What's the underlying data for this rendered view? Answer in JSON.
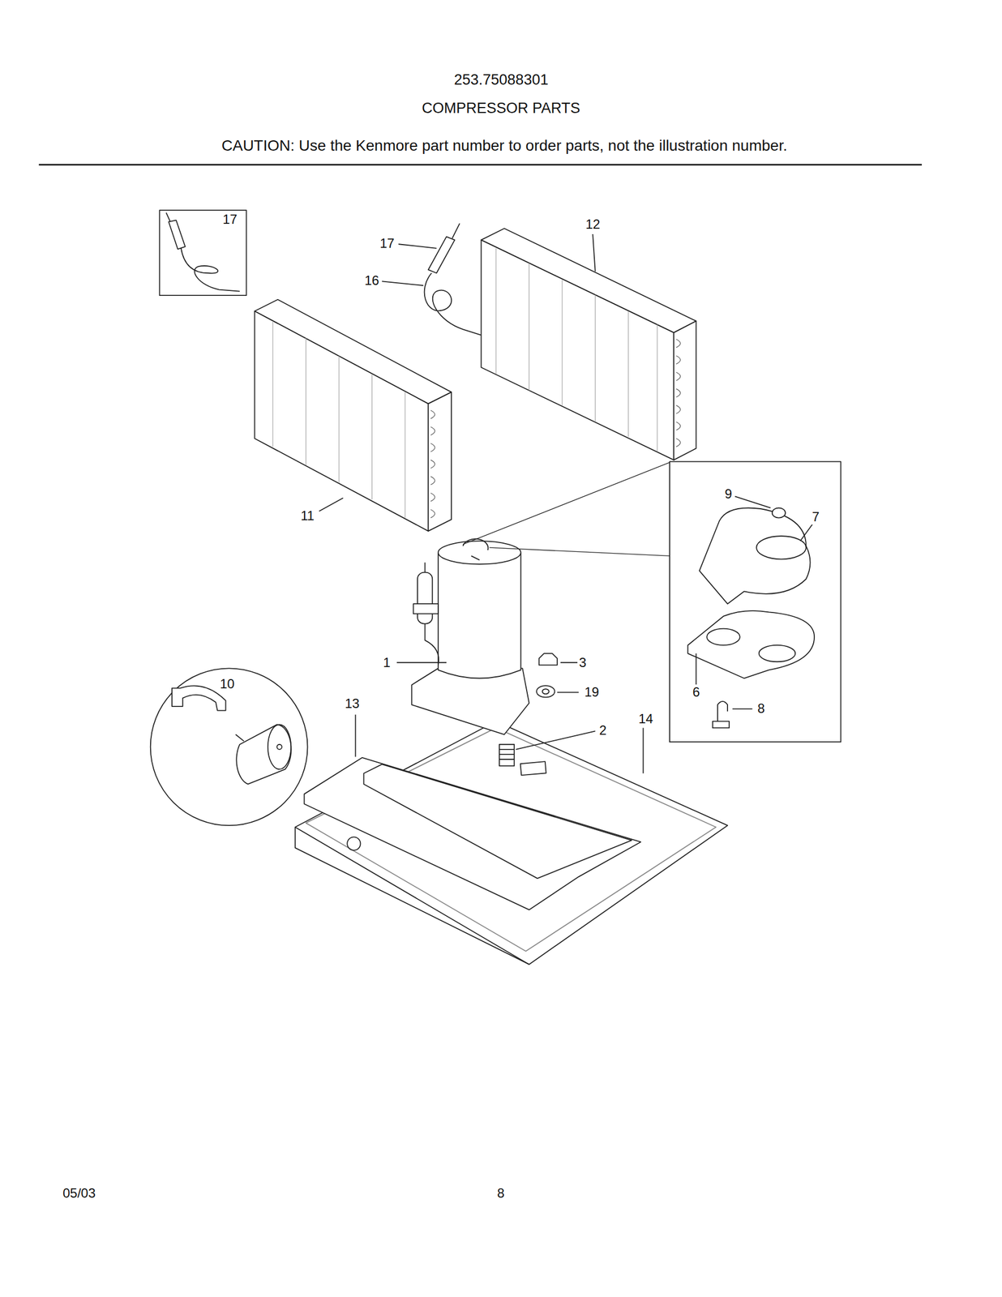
{
  "diagram": {
    "title": "COMPRESSOR PARTS",
    "labels": [
      "253.75088301",
      "CAUTION: Use the Kenmore part number to order parts, not the illustration number.",
      "17",
      "17",
      "12",
      "16",
      "11",
      "9",
      "7",
      "1",
      "3",
      "19",
      "10",
      "13",
      "2",
      "14",
      "6",
      "8",
      "05/03",
      "8"
    ]
  }
}
